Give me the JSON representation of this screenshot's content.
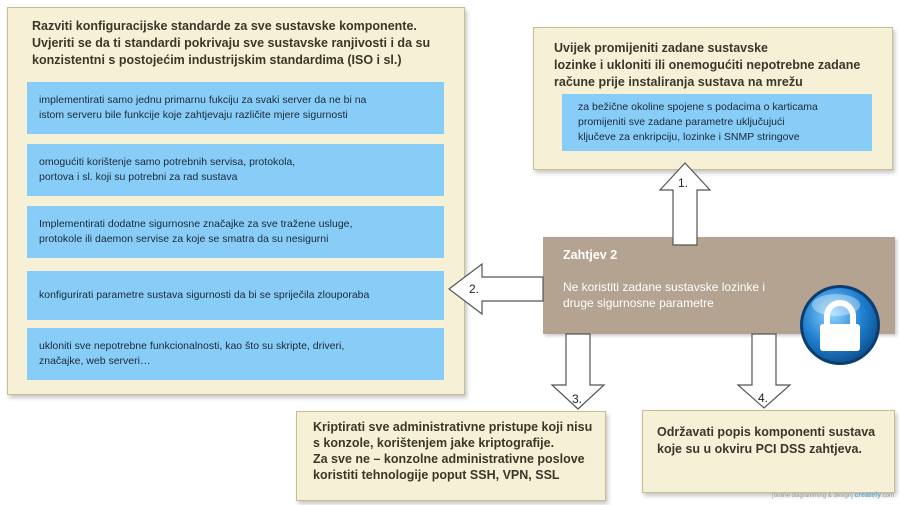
{
  "left_panel": {
    "title": "Razviti konfiguracijske standarde za sve sustavske komponente.\nUvjeriti se da ti standardi pokrivaju sve sustavske ranjivosti i da su\nkonzistentni s postojećim industrijskim standardima (ISO i sl.)",
    "items": [
      "implementirati samo jednu primarnu fukciju za svaki server da ne bi na\nistom serveru bile funkcije koje zahtjevaju različite mjere sigurnosti",
      "omogućiti korištenje samo potrebnih servisa, protokola,\nportova i sl. koji su potrebni za rad sustava",
      "Implementirati dodatne sigurnosne značajke za sve tražene usluge,\nprotokole ili daemon servise za koje se smatra da su nesigurni",
      "konfigurirati parametre sustava sigurnosti da bi se spriječila zlouporaba",
      "ukloniti sve nepotrebne funkcionalnosti, kao što su skripte, driveri,\nznačajke, web serveri…"
    ]
  },
  "top_right_panel": {
    "title": "Uvijek promijeniti zadane sustavske\nlozinke i ukloniti ili onemogućiti nepotrebne zadane\nračune prije instaliranja sustava na mrežu",
    "item": "za bežične okoline spojene s podacima o karticama\npromijeniti sve zadane parametre uključujući\nključeve za enkripciju, lozinke i SNMP stringove"
  },
  "requirement": {
    "title": "Zahtjev 2",
    "text": "Ne koristiti zadane sustavske lozinke i\ndruge sigurnosne parametre"
  },
  "bottom_center_panel": {
    "title": "Kriptirati sve administrativne pristupe koji nisu\ns konzole, korištenjem jake kriptografije.\nZa sve ne – konzolne administrativne poslove\nkoristiti tehnologije poput SSH, VPN, SSL"
  },
  "bottom_right_panel": {
    "title": "Održavati popis komponenti sustava\nkoje su u okviru PCI DSS zahtjeva."
  },
  "arrows": {
    "a1": "1.",
    "a2": "2.",
    "a3": "3.",
    "a4": "4."
  },
  "watermark": {
    "prefix": "[online diagramming & design]",
    "brand": "creately",
    "suffix": ".com"
  },
  "colors": {
    "panel_bg": "#f6f1d6",
    "item_bg": "#88ccf8",
    "requirement_bg": "#b4a390"
  },
  "icons": {
    "lock": "padlock-icon"
  }
}
